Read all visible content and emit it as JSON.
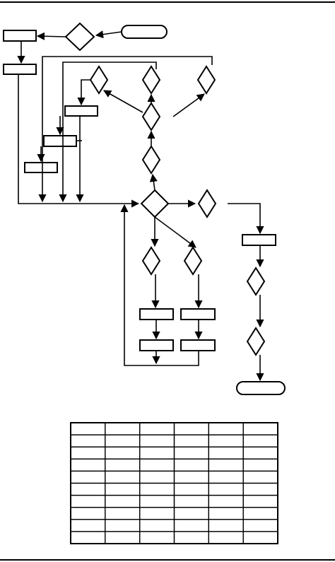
{
  "document": {
    "kind": "flowchart-with-blank-table"
  },
  "flowchart": {
    "terminals": [
      "",
      ""
    ],
    "process_boxes": [
      "",
      "",
      "",
      "",
      "",
      "",
      "",
      "",
      "",
      "",
      ""
    ],
    "decisions": [
      "",
      "",
      "",
      "",
      "",
      "",
      "",
      "",
      "",
      "",
      "",
      ""
    ]
  },
  "table": {
    "rows": 10,
    "columns": 6,
    "cells": [
      [
        "",
        "",
        "",
        "",
        "",
        ""
      ],
      [
        "",
        "",
        "",
        "",
        "",
        ""
      ],
      [
        "",
        "",
        "",
        "",
        "",
        ""
      ],
      [
        "",
        "",
        "",
        "",
        "",
        ""
      ],
      [
        "",
        "",
        "",
        "",
        "",
        ""
      ],
      [
        "",
        "",
        "",
        "",
        "",
        ""
      ],
      [
        "",
        "",
        "",
        "",
        "",
        ""
      ],
      [
        "",
        "",
        "",
        "",
        "",
        ""
      ],
      [
        "",
        "",
        "",
        "",
        "",
        ""
      ],
      [
        "",
        "",
        "",
        "",
        "",
        ""
      ]
    ]
  },
  "colors": {
    "ink": "#000000",
    "paper": "#ffffff"
  }
}
